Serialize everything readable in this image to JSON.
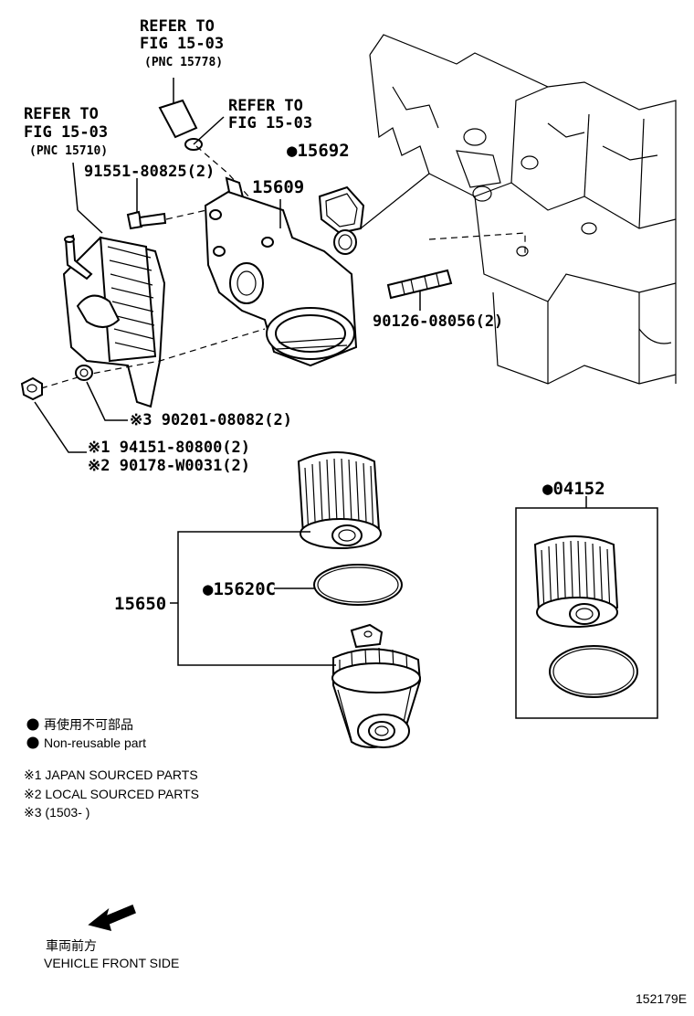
{
  "refs": {
    "ref1": {
      "line1": "REFER TO",
      "line2": "FIG 15-03",
      "line3": "(PNC 15778)"
    },
    "ref2": {
      "line1": "REFER TO",
      "line2": "FIG 15-03"
    },
    "ref3": {
      "line1": "REFER TO",
      "line2": "FIG 15-03",
      "line3": "(PNC 15710)"
    }
  },
  "parts": {
    "p15692": "●15692",
    "p15609": "15609",
    "p91551": "91551-80825(2)",
    "p90126": "90126-08056(2)",
    "p90201": "※3 90201-08082(2)",
    "p94151": "※1 94151-80800(2)",
    "p90178": "※2 90178-W0031(2)",
    "p04152": "●04152",
    "p15650": "15650",
    "p15620": "●15620C"
  },
  "legend": {
    "jp": "再使用不可部品",
    "en": "Non-reusable part"
  },
  "notes": {
    "n1": "※1 JAPAN SOURCED PARTS",
    "n2": "※2 LOCAL SOURCED PARTS",
    "n3": "※3 (1503-      )"
  },
  "front": {
    "jp": "車両前方",
    "en": "VEHICLE FRONT SIDE"
  },
  "figure_id": "152179E"
}
